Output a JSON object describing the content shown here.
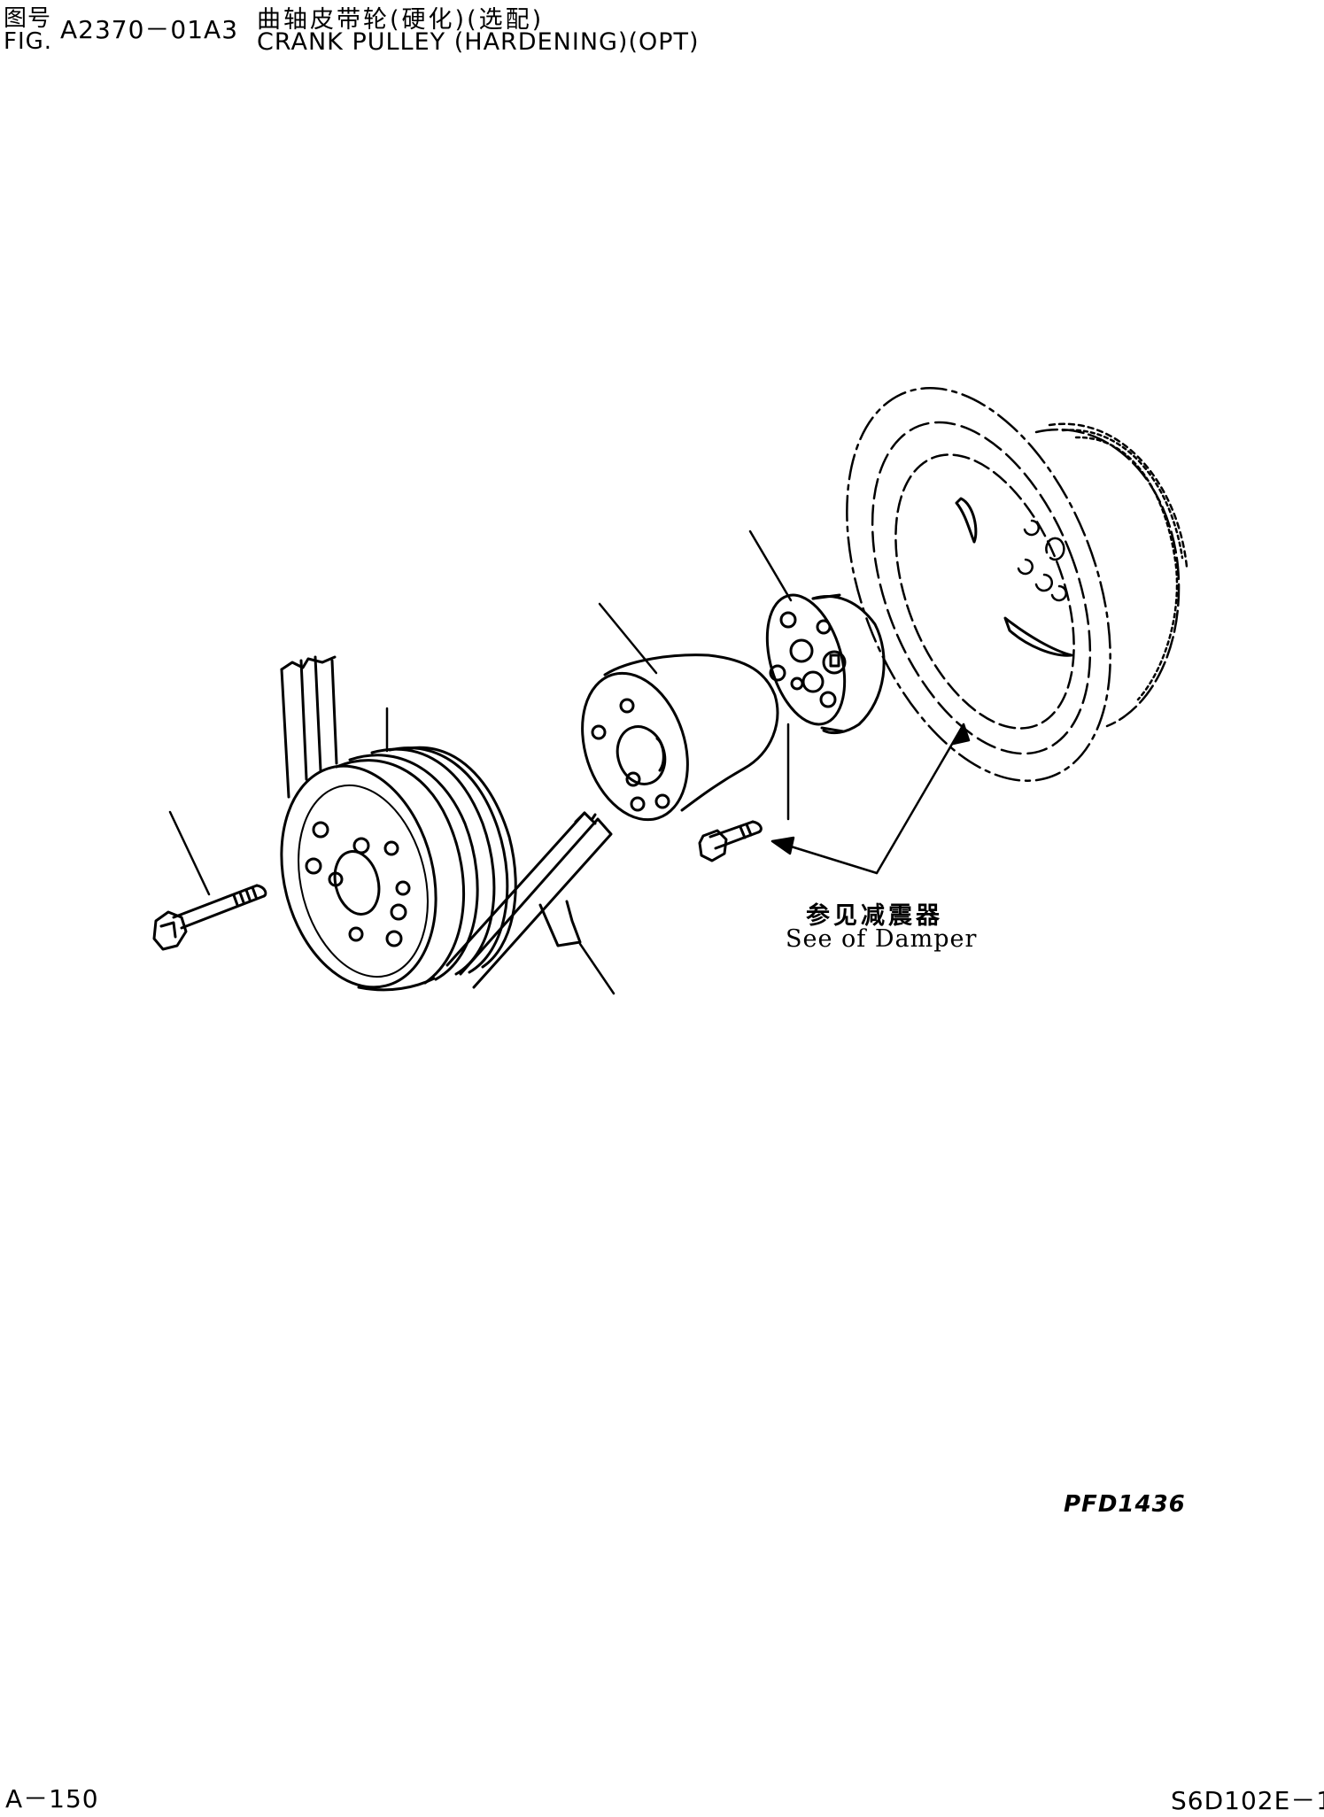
{
  "header": {
    "fig_label_cn": "图号",
    "fig_label_en": "FIG.",
    "fig_number": "A2370－01A3",
    "title_cn": "曲轴皮带轮(硬化)(选配)",
    "title_en": "CRANK PULLEY (HARDENING)(OPT)"
  },
  "callout": {
    "text_cn": "参见减震器",
    "text_en": "See of Damper"
  },
  "reference_code": "PFD1436",
  "footer": {
    "page": "A－150",
    "model": "S6D102E－1"
  }
}
